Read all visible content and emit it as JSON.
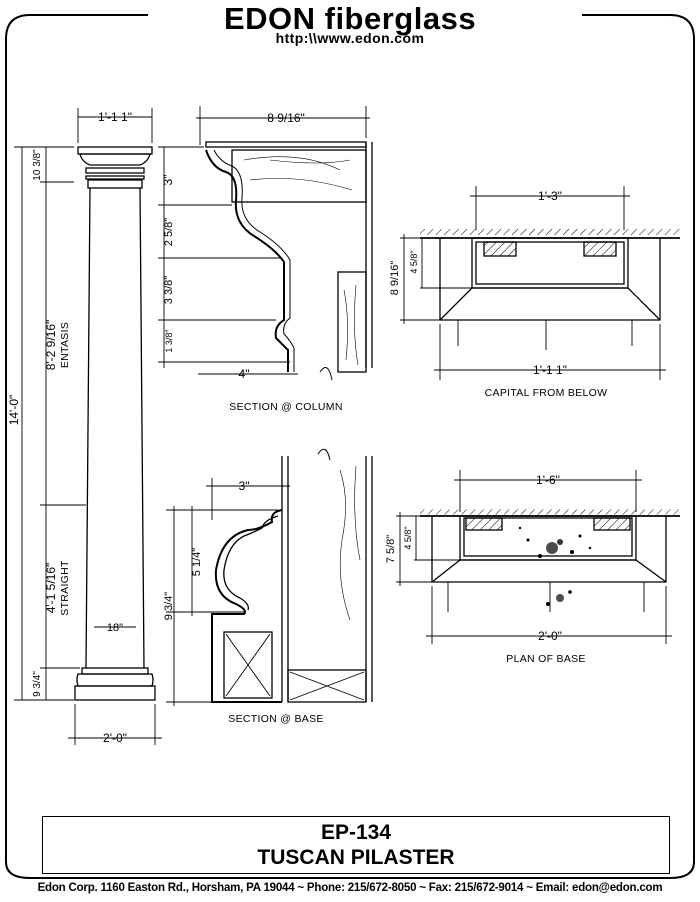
{
  "header": {
    "brand": "EDON fiberglass",
    "url": "http:\\\\www.edon.com"
  },
  "dimensions": {
    "top_width": "1'-1 1\"",
    "capital_height": "10 3/8\"",
    "overall_height": "14'-0\"",
    "entasis_height": "8'-2 9/16\"",
    "entasis_label": "ENTASIS",
    "straight_height": "4'-1 5/16\"",
    "straight_label": "STRAIGHT",
    "shaft_width": "18\"",
    "base_height": "9 3/4\"",
    "base_width": "2'-0\"",
    "sec_col_width": "8 9/16\"",
    "sec_col_3": "3\"",
    "sec_col_2": "2 5/8\"",
    "sec_col_3b": "3 3/8\"",
    "sec_col_1": "1 3/8\"",
    "sec_col_4": "4\"",
    "cap_below_top": "1'-3\"",
    "cap_below_h1": "8 9/16\"",
    "cap_below_h2": "4 5/8\"",
    "cap_below_bottom": "1'-1 1\"",
    "sec_base_3": "3\"",
    "sec_base_5": "5 1/4\"",
    "sec_base_9": "9 3/4\"",
    "plan_base_top": "1'-6\"",
    "plan_base_h1": "7 5/8\"",
    "plan_base_h2": "4 5/8\"",
    "plan_base_bottom": "2'-0\""
  },
  "captions": {
    "section_column": "SECTION @ COLUMN",
    "capital_below": "CAPITAL FROM BELOW",
    "section_base": "SECTION @ BASE",
    "plan_base": "PLAN OF BASE"
  },
  "title_block": {
    "code": "EP-134",
    "name": "TUSCAN PILASTER"
  },
  "footer": "Edon Corp. 1160 Easton Rd.,  Horsham, PA 19044 ~ Phone: 215/672-8050 ~ Fax:  215/672-9014 ~ Email: edon@edon.com"
}
